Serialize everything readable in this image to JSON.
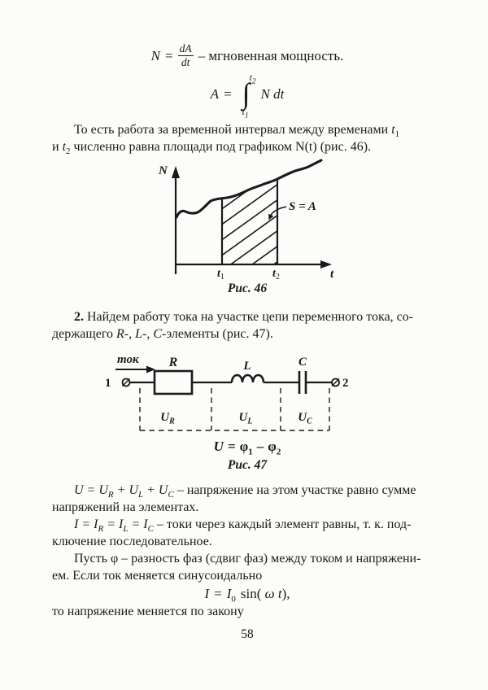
{
  "page": {
    "number": "58",
    "paper_color": "#fcfcfa",
    "ink_color": "#1a1a1a"
  },
  "formulas": {
    "power": {
      "lhs_var": "N",
      "eq": "=",
      "num": "dA",
      "den": "dt",
      "tail": "– мгновенная мощность."
    },
    "work": {
      "lhs_var": "A",
      "eq": "=",
      "integral_sign": "∫",
      "upper_base": "t",
      "upper_sub": "2",
      "lower_base": "t",
      "lower_sub": "1",
      "integrand": "N dt"
    },
    "potential": {
      "lhs_var": "U",
      "eq": "=",
      "phi1": "φ",
      "phi1_sub": "1",
      "minus": "–",
      "phi2": "φ",
      "phi2_sub": "2"
    },
    "current_sin": {
      "lhs_var": "I",
      "eq": "=",
      "amp_base": "I",
      "amp_sub": "0",
      "sin_open": "sin( ",
      "omega_t": "ω t",
      "close": "),"
    }
  },
  "paragraphs": {
    "work_area": {
      "line1_text": "То есть работа за временной интервал между временами ",
      "line1_var": "t",
      "line1_sub": "1",
      "line2_prefix": "и ",
      "line2_var": "t",
      "line2_sub": "2",
      "line2_text": " численно равна площади под графиком N(t) (рис. 46)."
    },
    "task2": {
      "number": "2.",
      "line1_text": " Найдем работу тока на участке цепи переменного тока, со-",
      "line2_a": "держащего ",
      "var_r": "R",
      "sep1": "-, ",
      "var_l": "L",
      "sep2": "-, ",
      "var_c": "C",
      "line2_b": "-элементы (рис. 47)."
    },
    "voltage_sum": {
      "m1": "U = U",
      "sub_r": "R",
      "m2": " + U",
      "sub_l": "L",
      "m3": " + U",
      "sub_c": "C",
      "line1_tail": " – напряжение на этом участке равно сумме",
      "line2": "напряжений на элементах."
    },
    "current_equal": {
      "m1": "I = I",
      "sub_r": "R",
      "m2": " = I",
      "sub_l": "L",
      "m3": " = I",
      "sub_c": "C",
      "line1_tail": " – токи через каждый элемент равны, т. к. под-",
      "line2": "ключение последовательное."
    },
    "phase": {
      "line1": "Пусть φ – разность фаз (сдвиг фаз) между током и напряжени-",
      "line2": "ем. Если ток меняется синусоидально"
    },
    "voltage_law": "то напряжение меняется по закону"
  },
  "figure46": {
    "caption": "Рис. 46",
    "y_axis_label": "N",
    "x_axis_label": "t",
    "t1_base": "t",
    "t1_sub": "1",
    "t2_base": "t",
    "t2_sub": "2",
    "area_label": "S = A"
  },
  "figure47": {
    "caption": "Рис. 47",
    "current_label": "ток",
    "terminal_left": "1",
    "terminal_right": "2",
    "resistor_label": "R",
    "inductor_label": "L",
    "capacitor_label": "C",
    "ur_base": "U",
    "ur_sub": "R",
    "ul_base": "U",
    "ul_sub": "L",
    "uc_base": "U",
    "uc_sub": "C"
  }
}
